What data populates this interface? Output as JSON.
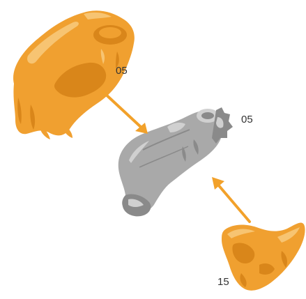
{
  "diagram": {
    "labels": {
      "top_part": "05",
      "center_part": "05",
      "bottom_part": "15"
    },
    "colors": {
      "highlight_part": "#F0A030",
      "highlight_part_dark": "#D9861A",
      "highlight_part_light": "#F7C472",
      "base_part": "#A9A9A9",
      "base_part_dark": "#8A8A8A",
      "base_part_light": "#D0D0D0",
      "arrow": "#F2A12A",
      "label_text": "#333333"
    },
    "parts": [
      {
        "id": "top-part",
        "description_icon": "orange-housing-part-icon",
        "color": "highlight_part"
      },
      {
        "id": "center-part",
        "description_icon": "gray-base-part-icon",
        "color": "base_part"
      },
      {
        "id": "bottom-part",
        "description_icon": "orange-cover-part-icon",
        "color": "highlight_part"
      }
    ],
    "arrows": [
      {
        "from": "top-part",
        "to": "center-part",
        "direction": "down-right"
      },
      {
        "from": "bottom-part",
        "to": "center-part",
        "direction": "up-left"
      }
    ]
  }
}
